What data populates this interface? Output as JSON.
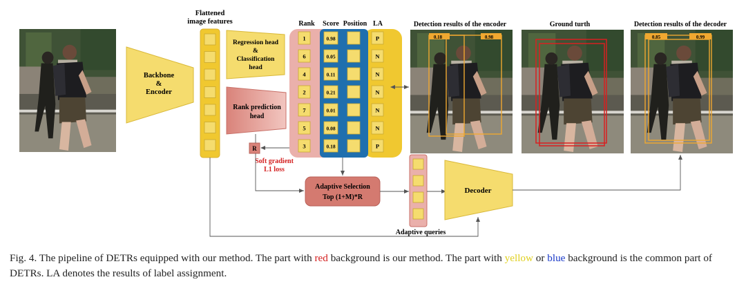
{
  "labels": {
    "backbone_l1": "Backbone",
    "backbone_l2": "&",
    "backbone_l3": "Encoder",
    "flat_l1": "Flattened",
    "flat_l2": "image features",
    "reg_l1": "Regression head",
    "reg_l2": "&",
    "reg_l3": "Classification",
    "reg_l4": "head",
    "rankpred_l1": "Rank prediction",
    "rankpred_l2": "head",
    "r_box": "R",
    "softgrad_l1": "Soft gradient",
    "softgrad_l2": "L1 loss",
    "adaptive_l1": "Adaptive Selection",
    "adaptive_l2": "Top  (1+M)*R",
    "decoder": "Decoder",
    "adaptive_queries": "Adaptive queries",
    "col_rank": "Rank",
    "col_score": "Score",
    "col_position": "Position",
    "col_la": "LA",
    "title_encoder": "Detection results of the encoder",
    "title_gt": "Ground turth",
    "title_decoder": "Detection results of the decoder",
    "enc_score_1": "0.18",
    "enc_score_2": "0.98",
    "dec_score_1": "0.85",
    "dec_score_2": "0.99"
  },
  "table": {
    "ranks": [
      "1",
      "6",
      "4",
      "2",
      "7",
      "5",
      "3"
    ],
    "scores": [
      "0.98",
      "0.05",
      "0.11",
      "0.21",
      "0.01",
      "0.08",
      "0.18"
    ],
    "la": [
      "P",
      "N",
      "N",
      "N",
      "N",
      "N",
      "P"
    ]
  },
  "caption": {
    "p1": "Fig. 4.  The pipeline of DETRs equipped with our method. The part with ",
    "red": "red",
    "p2": " background is our method. The part with ",
    "yellow": "yellow",
    "p3": " or ",
    "blue": "blue",
    "p4": " background is the common part of DETRs. LA denotes the results of label assignment."
  },
  "colors": {
    "yellow_fill": "#f5dc6e",
    "yellow_strong": "#f0c830",
    "red_fill": "#d9837a",
    "blue_fill": "#1f6fae",
    "pink_fill": "#eab0ab",
    "text_red": "#d42020"
  }
}
